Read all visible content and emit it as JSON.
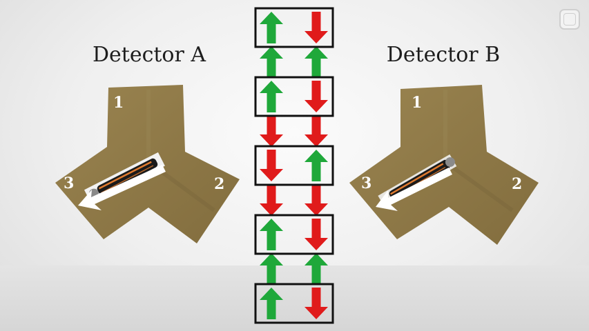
{
  "detectors": [
    {
      "title": "Detector A",
      "labels": [
        "1",
        "2",
        "3"
      ]
    },
    {
      "title": "Detector B",
      "labels": [
        "1",
        "2",
        "3"
      ]
    }
  ],
  "colors": {
    "up": "#1fa83a",
    "down": "#e01b1b",
    "panel": "#8f7a48",
    "frame": "#111111"
  },
  "particle_pairs": [
    {
      "left": "up",
      "right": "down",
      "boxed": true
    },
    {
      "left": "up",
      "right": "up",
      "boxed": false
    },
    {
      "left": "up",
      "right": "down",
      "boxed": true
    },
    {
      "left": "down",
      "right": "down",
      "boxed": false
    },
    {
      "left": "down",
      "right": "up",
      "boxed": true
    },
    {
      "left": "down",
      "right": "down",
      "boxed": false
    },
    {
      "left": "up",
      "right": "down",
      "boxed": true
    },
    {
      "left": "up",
      "right": "up",
      "boxed": false
    },
    {
      "left": "up",
      "right": "down",
      "boxed": true
    }
  ],
  "corner_icon": "tv-badge-icon"
}
